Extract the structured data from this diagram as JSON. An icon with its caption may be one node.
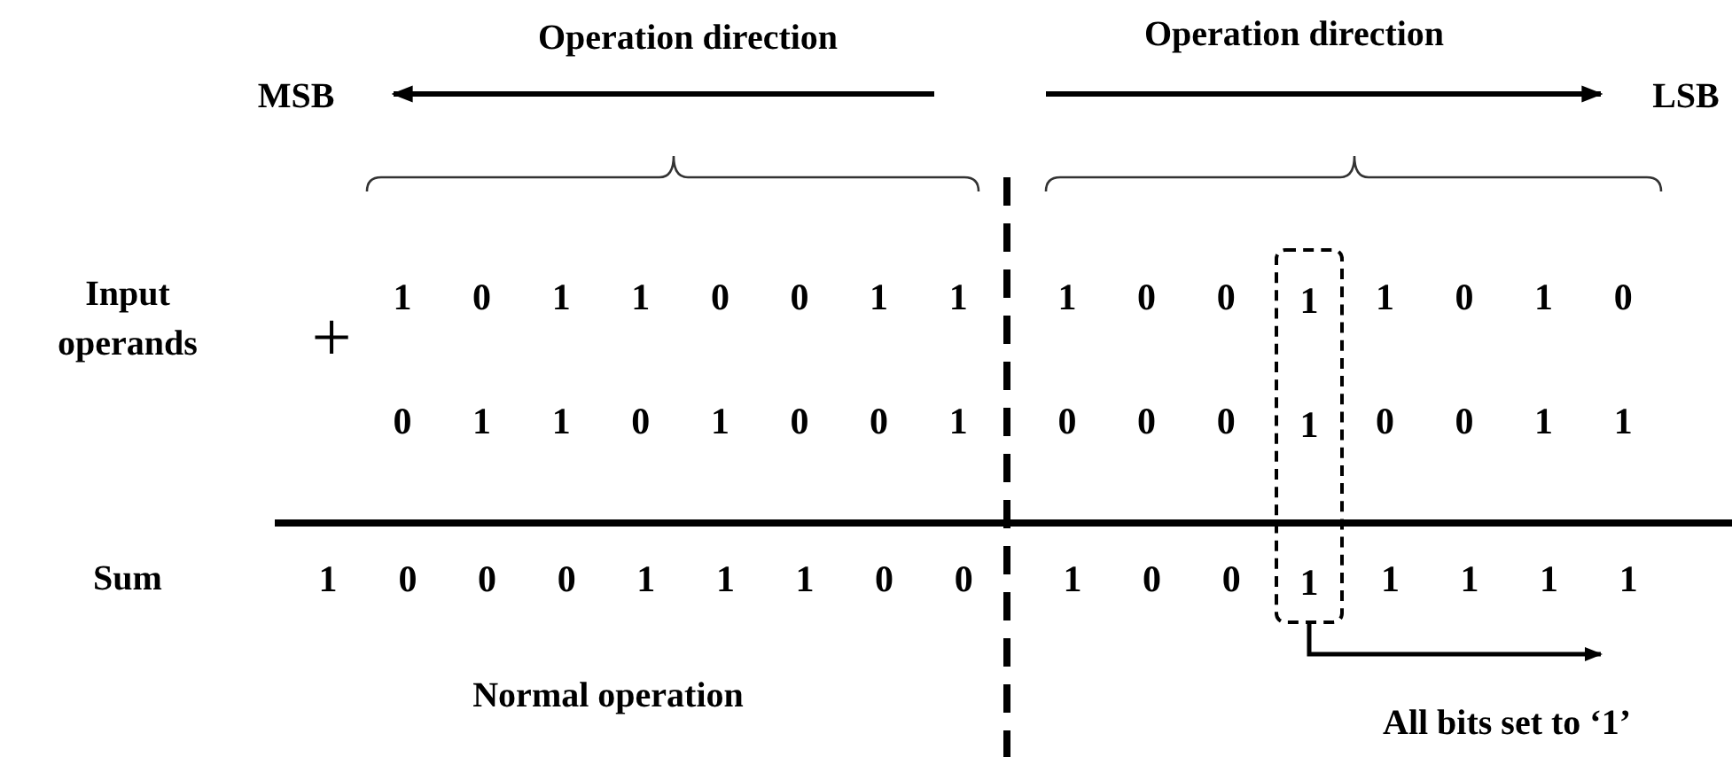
{
  "diagram": {
    "nodes": [
      {
        "text": [
          "1",
          "1",
          "1"
        ]
      },
      {
        "text": [
          "All bits set to ‘1’"
        ]
      }
    ],
    "edges": [
      {
        "from": 0,
        "to": 1,
        "arrow": "to"
      }
    ],
    "labels": [
      "Operation direction",
      "Operation direction",
      "MSB",
      "LSB",
      "Input operands",
      "+",
      "1",
      "0",
      "1",
      "1",
      "0",
      "0",
      "1",
      "1",
      "1",
      "0",
      "0",
      "1",
      "0",
      "1",
      "0",
      "0",
      "1",
      "1",
      "0",
      "1",
      "0",
      "0",
      "1",
      "0",
      "0",
      "0",
      "0",
      "0",
      "1",
      "1",
      "Sum",
      "1",
      "0",
      "0",
      "0",
      "1",
      "1",
      "1",
      "0",
      "0",
      "1",
      "0",
      "0",
      "1",
      "1",
      "1",
      "1",
      "Normal operation"
    ]
  }
}
